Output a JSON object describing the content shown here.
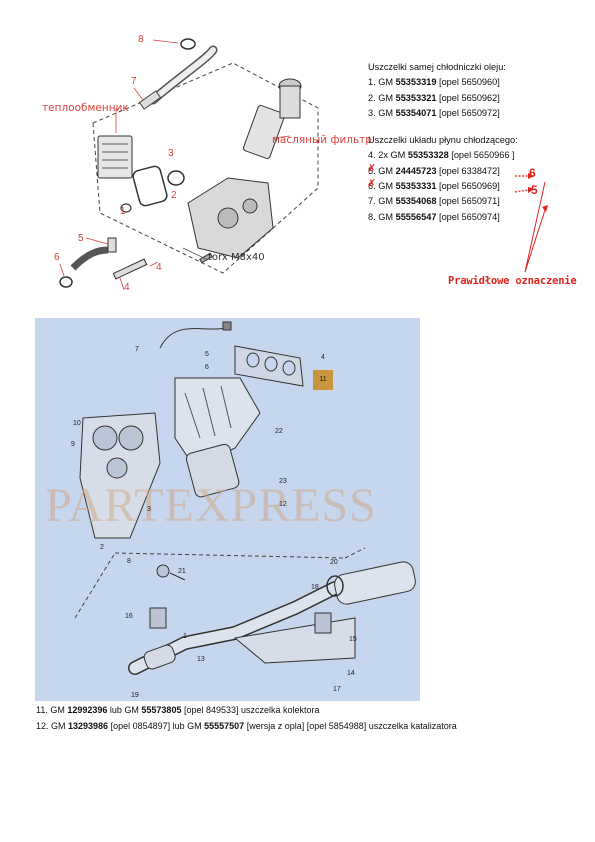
{
  "top_diagram": {
    "label_heat_exchanger": "теплообменник",
    "label_oil_filter": "масляный фильтр",
    "label_torx": "torx M8x40",
    "part_numbers": [
      "8",
      "7",
      "3",
      "2",
      "1",
      "5",
      "6",
      "4",
      "4"
    ]
  },
  "oil_cooler": {
    "heading": "Uszczelki samej chłodniczki oleju:",
    "items": [
      {
        "prefix": "1. GM ",
        "code": "55353319",
        "suffix": " [opel 5650960]"
      },
      {
        "prefix": "2. GM ",
        "code": "55353321",
        "suffix": " [opel 5650962]"
      },
      {
        "prefix": "3. GM ",
        "code": "55354071",
        "suffix": " [opel 5650972]"
      }
    ]
  },
  "coolant": {
    "heading": "Uszczelki układu płynu chłodzącego:",
    "items": [
      {
        "prefix": "4. 2x GM ",
        "code": "55353328",
        "suffix": " [opel 5650966 ]"
      },
      {
        "prefix": "5. GM ",
        "code": "24445723",
        "suffix": " [opel 6338472]"
      },
      {
        "prefix": "6. GM ",
        "code": "55353331",
        "suffix": " [opel 5650969]"
      },
      {
        "prefix": "7. GM ",
        "code": "55354068",
        "suffix": " [opel 5650971]"
      },
      {
        "prefix": "8. GM ",
        "code": "55556547",
        "suffix": " [opel 5650974]"
      }
    ],
    "correction_5": "6",
    "correction_6": "5",
    "correct_label": "Prawidłowe oznaczenie"
  },
  "exhaust_diagram": {
    "watermark": "PARTEXPRESS",
    "callouts": [
      "7",
      "5",
      "6",
      "4",
      "11",
      "9",
      "10",
      "22",
      "23",
      "3",
      "12",
      "8",
      "2",
      "21",
      "20",
      "18",
      "16",
      "1",
      "15",
      "13",
      "14",
      "19",
      "17"
    ]
  },
  "notes": {
    "line11": {
      "a": "11. GM ",
      "b": "12992396",
      "c": " lub GM ",
      "d": "55573805",
      "e": " [opel 849533]  uszczelka kolektora"
    },
    "line12": {
      "a": "12. GM ",
      "b": "13293986",
      "c": " [opel 0854897] lub GM ",
      "d": "55557507",
      "e": " [wersja z opla] [opel 5854988] uszczelka katalizatora"
    }
  },
  "colors": {
    "red": "#e0231f",
    "diagram_blue": "#c6d6ee",
    "callout_orange": "#c9953e"
  }
}
